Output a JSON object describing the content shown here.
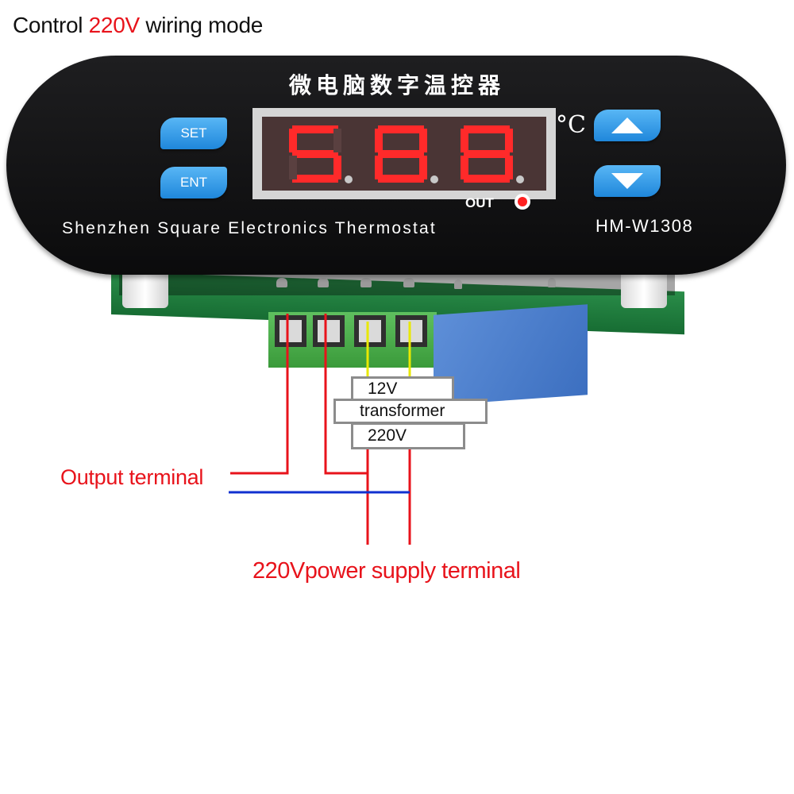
{
  "title": {
    "prefix": "Control ",
    "highlight": "220V",
    "suffix": " wiring mode"
  },
  "device": {
    "chinese_title": "微电脑数字温控器",
    "display_digits": "5.8.8.",
    "unit": "°C",
    "out_label": "OUT",
    "brand_text": "Shenzhen Square Electronics Thermostat",
    "model": "HM-W1308",
    "buttons": {
      "set": "SET",
      "ent": "ENT"
    },
    "icons": {
      "up": "triangle-up-icon",
      "down": "triangle-down-icon"
    }
  },
  "labels": {
    "v12": "12V",
    "transformer": "transformer",
    "v220": "220V",
    "output_terminal": "Output terminal",
    "supply_terminal": "220Vpower supply terminal"
  },
  "colors": {
    "highlight_red": "#e8131b",
    "wire_red": "#e8131b",
    "wire_yellow": "#e8e800",
    "wire_blue": "#1030d0",
    "key_blue": "#2a8fe0",
    "segment_red": "#ff2a2a"
  }
}
